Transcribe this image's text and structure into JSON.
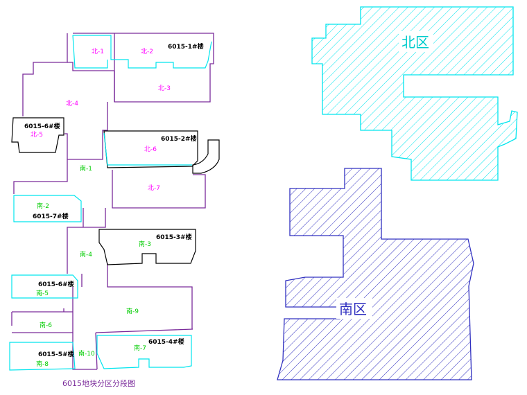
{
  "colors": {
    "boundary": "#7a2a9a",
    "north_label": "#ff00ff",
    "south_label": "#00dd00",
    "building": "#000000",
    "outline_cyan": "#00e5ee",
    "north_zone": "#00e5ee",
    "south_zone": "#3030c0"
  },
  "north_labels": [
    "北-1",
    "北-2",
    "北-3",
    "北-4",
    "北-5",
    "北-6",
    "北-7"
  ],
  "south_labels": [
    "南-1",
    "南-2",
    "南-3",
    "南-4",
    "南-5",
    "南-6",
    "南-7",
    "南-8",
    "南-9",
    "南-10"
  ],
  "buildings": [
    "6015-1#楼",
    "6015-2#楼",
    "6015-6#楼",
    "6015-7#楼",
    "6015-3#楼",
    "6015-6#楼",
    "6015-5#楼",
    "6015-4#楼"
  ],
  "caption": "6015地块分区分段图",
  "zones": {
    "north": "北区",
    "south": "南区"
  }
}
